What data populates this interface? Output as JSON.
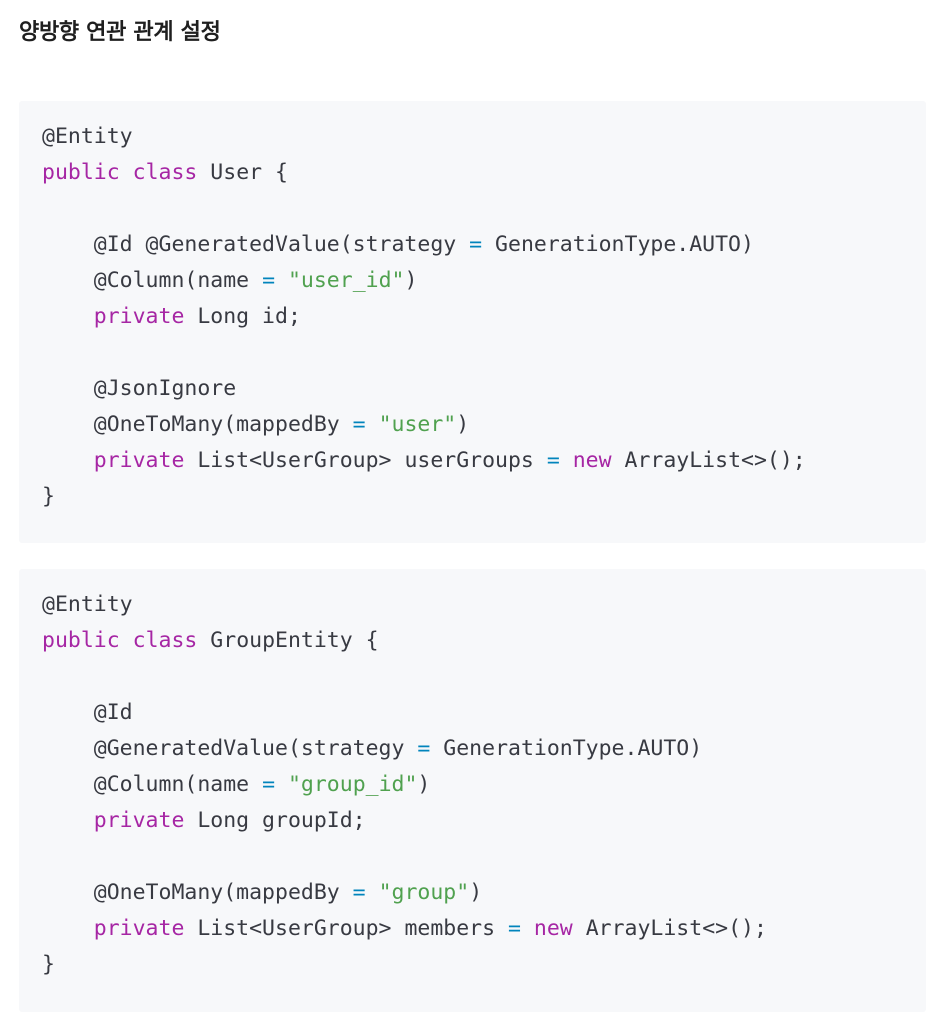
{
  "heading": "양방향 연관 관계 설정",
  "colors": {
    "background": "#ffffff",
    "code_background": "#f7f8fa",
    "keyword": "#a626a4",
    "string": "#50a14f",
    "operator": "#0184bc",
    "plain": "#383a42"
  },
  "code_blocks": [
    {
      "lines": [
        [
          {
            "t": "@Entity",
            "k": "plain"
          }
        ],
        [
          {
            "t": "public",
            "k": "kw"
          },
          {
            "t": " ",
            "k": "plain"
          },
          {
            "t": "class",
            "k": "kw"
          },
          {
            "t": " User {",
            "k": "plain"
          }
        ],
        [],
        [
          {
            "t": "    @Id @GeneratedValue(strategy ",
            "k": "plain"
          },
          {
            "t": "=",
            "k": "op"
          },
          {
            "t": " GenerationType.AUTO)",
            "k": "plain"
          }
        ],
        [
          {
            "t": "    @Column(name ",
            "k": "plain"
          },
          {
            "t": "=",
            "k": "op"
          },
          {
            "t": " ",
            "k": "plain"
          },
          {
            "t": "\"user_id\"",
            "k": "str"
          },
          {
            "t": ")",
            "k": "plain"
          }
        ],
        [
          {
            "t": "    ",
            "k": "plain"
          },
          {
            "t": "private",
            "k": "kw"
          },
          {
            "t": " Long id;",
            "k": "plain"
          }
        ],
        [],
        [
          {
            "t": "    @JsonIgnore",
            "k": "plain"
          }
        ],
        [
          {
            "t": "    @OneToMany(mappedBy ",
            "k": "plain"
          },
          {
            "t": "=",
            "k": "op"
          },
          {
            "t": " ",
            "k": "plain"
          },
          {
            "t": "\"user\"",
            "k": "str"
          },
          {
            "t": ")",
            "k": "plain"
          }
        ],
        [
          {
            "t": "    ",
            "k": "plain"
          },
          {
            "t": "private",
            "k": "kw"
          },
          {
            "t": " List<UserGroup> userGroups ",
            "k": "plain"
          },
          {
            "t": "=",
            "k": "op"
          },
          {
            "t": " ",
            "k": "plain"
          },
          {
            "t": "new",
            "k": "kw"
          },
          {
            "t": " ArrayList<>();",
            "k": "plain"
          }
        ],
        [
          {
            "t": "}",
            "k": "plain"
          }
        ]
      ]
    },
    {
      "lines": [
        [
          {
            "t": "@Entity",
            "k": "plain"
          }
        ],
        [
          {
            "t": "public",
            "k": "kw"
          },
          {
            "t": " ",
            "k": "plain"
          },
          {
            "t": "class",
            "k": "kw"
          },
          {
            "t": " GroupEntity {",
            "k": "plain"
          }
        ],
        [],
        [
          {
            "t": "    @Id",
            "k": "plain"
          }
        ],
        [
          {
            "t": "    @GeneratedValue(strategy ",
            "k": "plain"
          },
          {
            "t": "=",
            "k": "op"
          },
          {
            "t": " GenerationType.AUTO)",
            "k": "plain"
          }
        ],
        [
          {
            "t": "    @Column(name ",
            "k": "plain"
          },
          {
            "t": "=",
            "k": "op"
          },
          {
            "t": " ",
            "k": "plain"
          },
          {
            "t": "\"group_id\"",
            "k": "str"
          },
          {
            "t": ")",
            "k": "plain"
          }
        ],
        [
          {
            "t": "    ",
            "k": "plain"
          },
          {
            "t": "private",
            "k": "kw"
          },
          {
            "t": " Long groupId;",
            "k": "plain"
          }
        ],
        [],
        [
          {
            "t": "    @OneToMany(mappedBy ",
            "k": "plain"
          },
          {
            "t": "=",
            "k": "op"
          },
          {
            "t": " ",
            "k": "plain"
          },
          {
            "t": "\"group\"",
            "k": "str"
          },
          {
            "t": ")",
            "k": "plain"
          }
        ],
        [
          {
            "t": "    ",
            "k": "plain"
          },
          {
            "t": "private",
            "k": "kw"
          },
          {
            "t": " List<UserGroup> members ",
            "k": "plain"
          },
          {
            "t": "=",
            "k": "op"
          },
          {
            "t": " ",
            "k": "plain"
          },
          {
            "t": "new",
            "k": "kw"
          },
          {
            "t": " ArrayList<>();",
            "k": "plain"
          }
        ],
        [
          {
            "t": "}",
            "k": "plain"
          }
        ]
      ]
    }
  ]
}
